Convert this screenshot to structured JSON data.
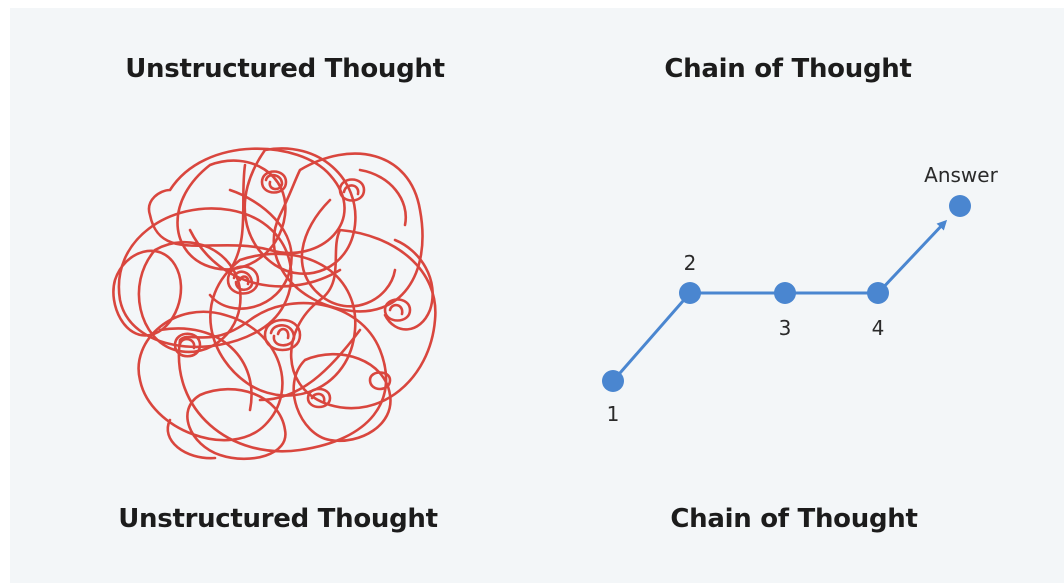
{
  "titles": {
    "top_left": "Unstructured Thought",
    "top_right": "Chain of Thought",
    "bottom_left": "Unstructured Thought",
    "bottom_right": "Chain of Thought"
  },
  "chain": {
    "nodes": [
      "1",
      "2",
      "3",
      "4"
    ],
    "answer_label": "Answer"
  },
  "colors": {
    "background": "#f3f6f8",
    "scribble": "#d9463e",
    "chain": "#4a86d0",
    "text": "#1c1c1c"
  }
}
